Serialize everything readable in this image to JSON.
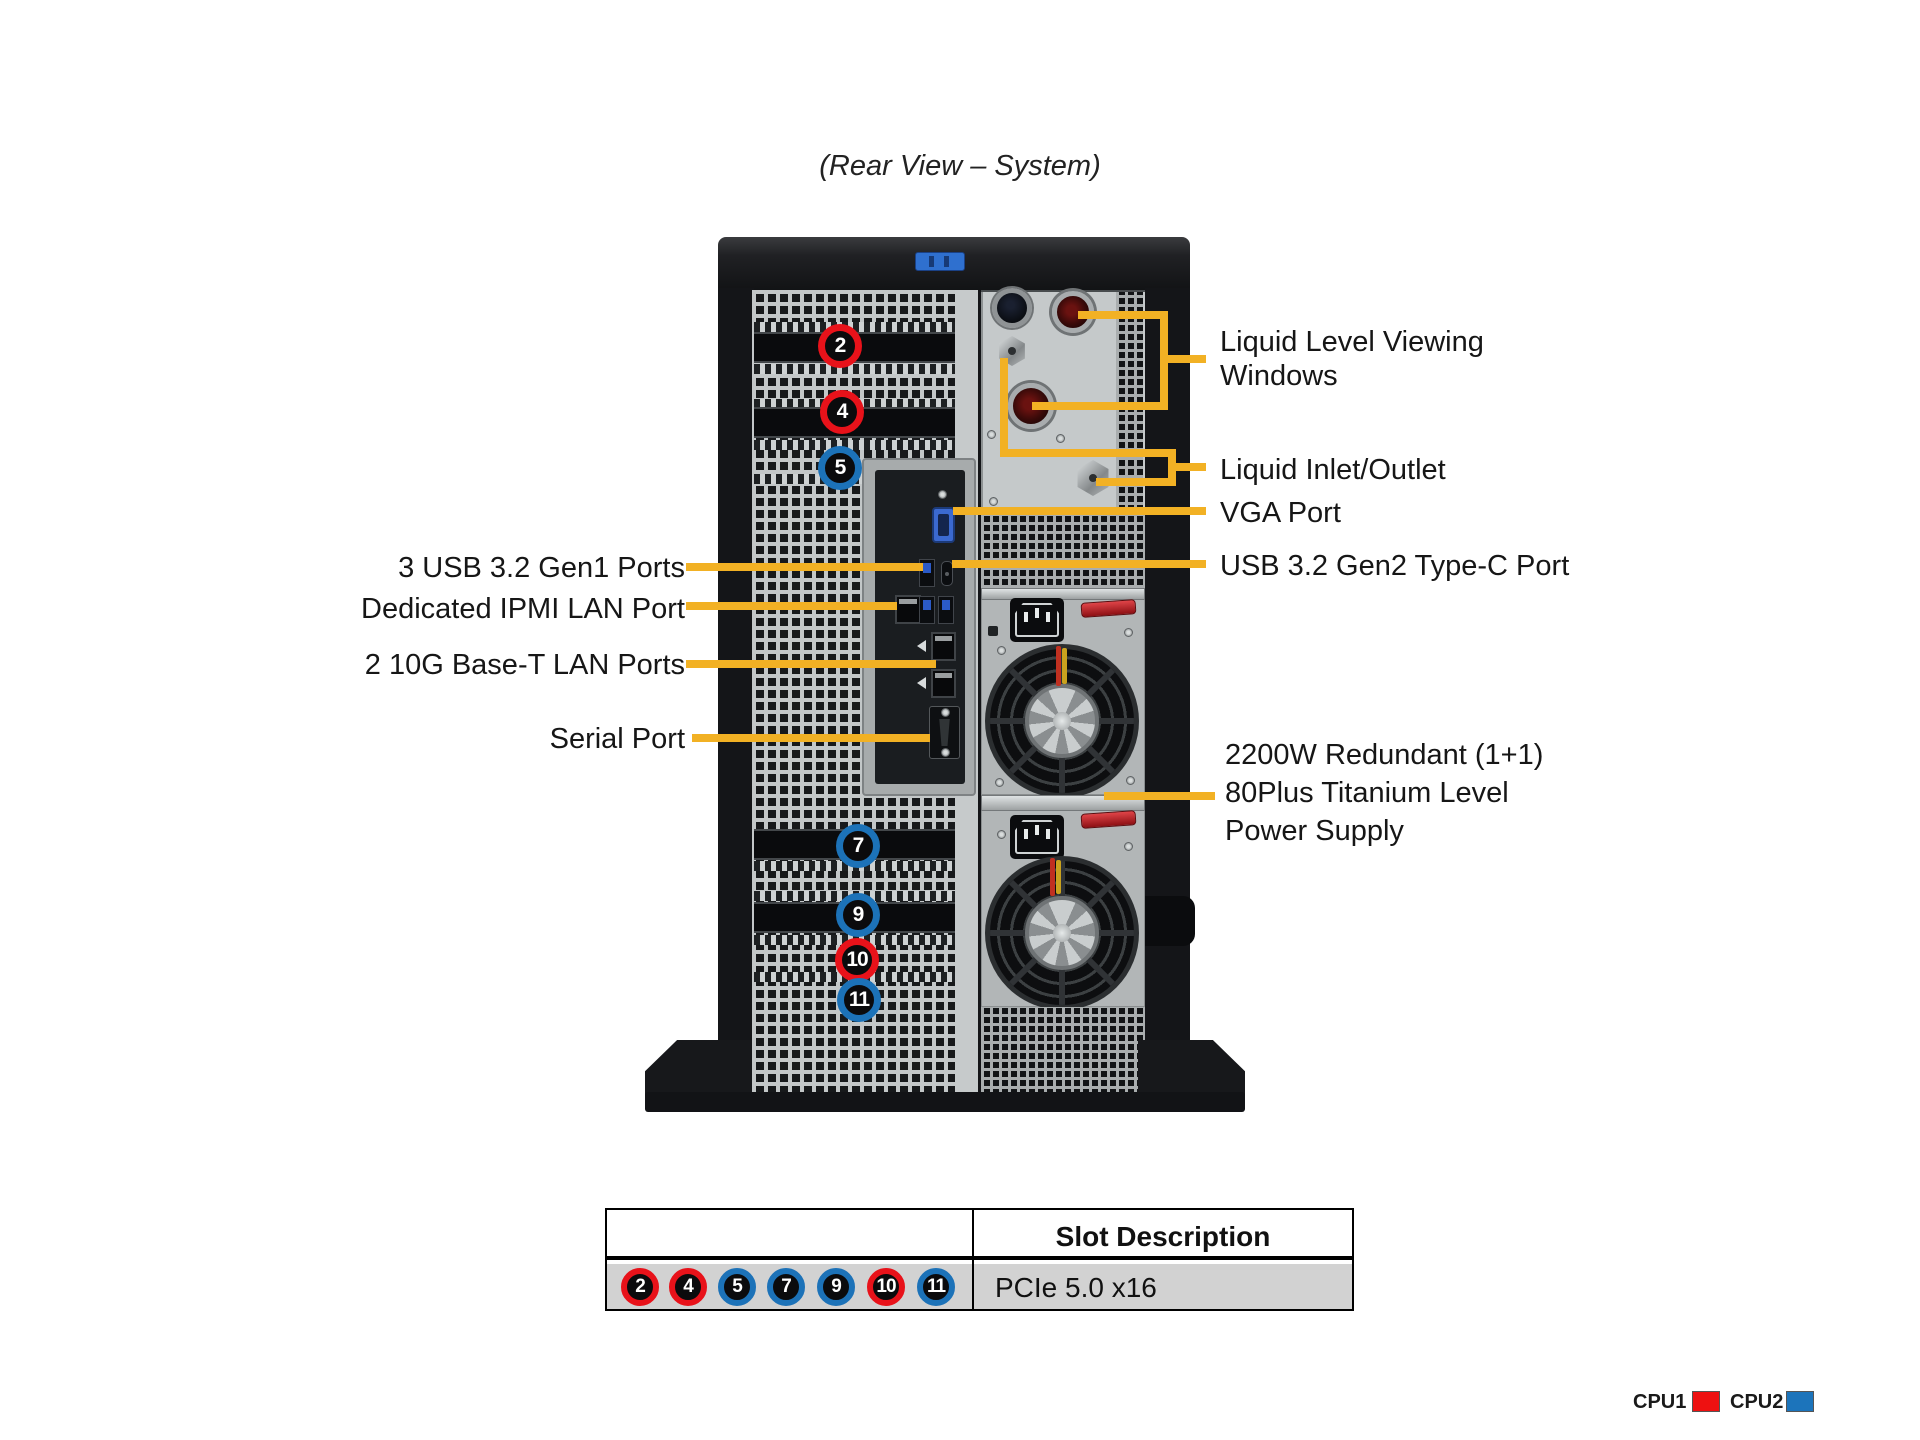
{
  "title": "(Rear View – System)",
  "labels": {
    "usb_gen1": "3 USB 3.2 Gen1 Ports",
    "ipmi": "Dedicated IPMI LAN Port",
    "lan_10g": "2 10G Base-T LAN Ports",
    "serial": "Serial Port",
    "viewing_windows_line1": "Liquid Level Viewing",
    "viewing_windows_line2": "Windows",
    "inlet_outlet": "Liquid Inlet/Outlet",
    "vga": "VGA Port",
    "usb_typec": "USB 3.2 Gen2 Type-C Port",
    "psu_line1": "2200W Redundant (1+1)",
    "psu_line2": "80Plus Titanium Level",
    "psu_line3": "Power Supply"
  },
  "slots": [
    {
      "num": "2",
      "cpu": "cpu1"
    },
    {
      "num": "4",
      "cpu": "cpu1"
    },
    {
      "num": "5",
      "cpu": "cpu2"
    },
    {
      "num": "7",
      "cpu": "cpu2"
    },
    {
      "num": "9",
      "cpu": "cpu2"
    },
    {
      "num": "10",
      "cpu": "cpu1"
    },
    {
      "num": "11",
      "cpu": "cpu2"
    }
  ],
  "table": {
    "header_description": "Slot Description",
    "row_description": "PCIe 5.0 x16"
  },
  "legend": [
    {
      "label": "CPU1",
      "cpu": "cpu1"
    },
    {
      "label": "CPU2",
      "cpu": "cpu2"
    }
  ],
  "colors": {
    "callout_yellow": "#F2B124",
    "cpu1_red": "#E8121A",
    "cpu2_blue": "#1C72B8"
  }
}
